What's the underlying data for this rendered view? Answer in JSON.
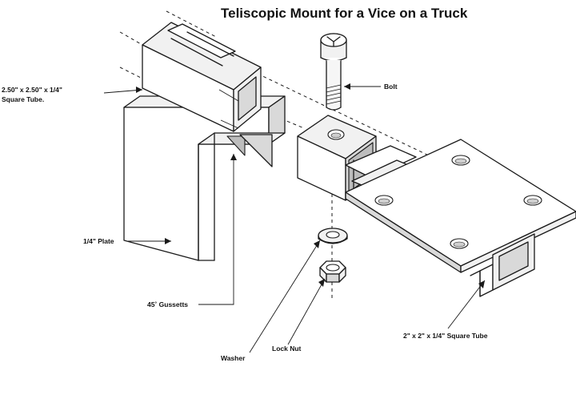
{
  "title": "Teliscopic Mount for a Vice on a Truck",
  "labels": {
    "outer_tube_line1": "2.50\" x 2.50\"  x 1/4\"",
    "outer_tube_line2": "Square Tube.",
    "plate": "1/4\" Plate",
    "gussets": "45˚ Gussetts",
    "bolt": "Bolt",
    "washer": "Washer",
    "lock_nut": "Lock Nut",
    "inner_tube": "2\" x 2\" x 1/4\" Square Tube"
  },
  "colors": {
    "ink": "#1a1a1a",
    "background": "#ffffff"
  }
}
